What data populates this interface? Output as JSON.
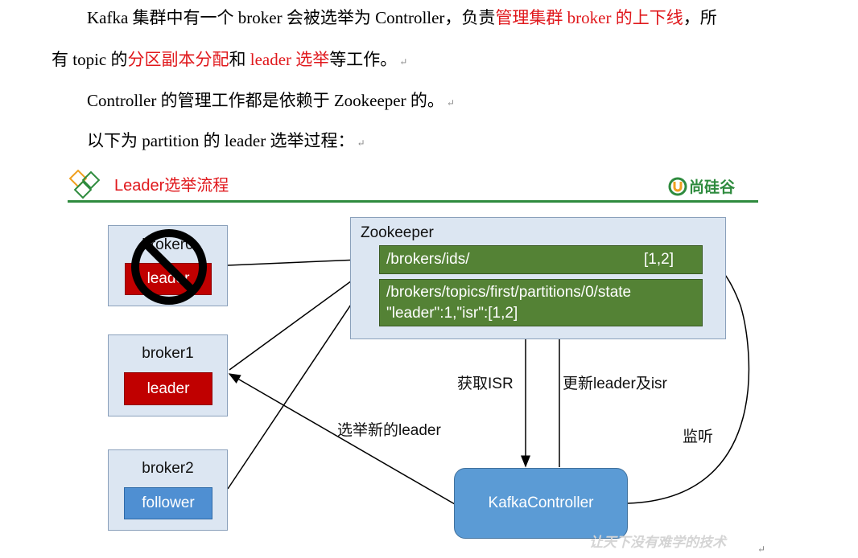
{
  "paragraphs": {
    "p1_a": "Kafka 集群中有一个 broker 会被选举为 Controller，负责",
    "p1_b": "管理集群 broker 的上下线",
    "p1_c": "，所",
    "p2_a": "有 topic 的",
    "p2_b": "分区副本分配",
    "p2_c": "和 ",
    "p2_d": "leader 选举",
    "p2_e": "等工作。",
    "p3": "Controller 的管理工作都是依赖于 Zookeeper 的。",
    "p4": "以下为 partition 的 leader 选举过程：",
    "return_mark": "↵"
  },
  "colors": {
    "highlight": "#e0181c",
    "leader": "#c00000",
    "follower": "#4f8fd2",
    "zk_path": "#548235",
    "controller": "#5b9bd5",
    "brand_green": "#2e8b3e"
  },
  "diagram": {
    "title": "Leader选举流程",
    "brand": "尚硅谷",
    "brokers": [
      {
        "name": "broker0",
        "tag": "leader",
        "role": "leader",
        "status": "down"
      },
      {
        "name": "broker1",
        "tag": "leader",
        "role": "leader"
      },
      {
        "name": "broker2",
        "tag": "follower",
        "role": "follower"
      }
    ],
    "zookeeper": {
      "title": "Zookeeper",
      "ids_path": "/brokers/ids/",
      "ids_value": "[1,2]",
      "state_path": "/brokers/topics/first/partitions/0/state",
      "state_value": "\"leader\":1,\"isr\":[1,2]"
    },
    "controller": "KafkaController",
    "labels": {
      "get_isr": "获取ISR",
      "update": "更新leader及isr",
      "elect": "选举新的leader",
      "watch": "监听"
    },
    "watermark": "让天下没有难学的技术"
  }
}
